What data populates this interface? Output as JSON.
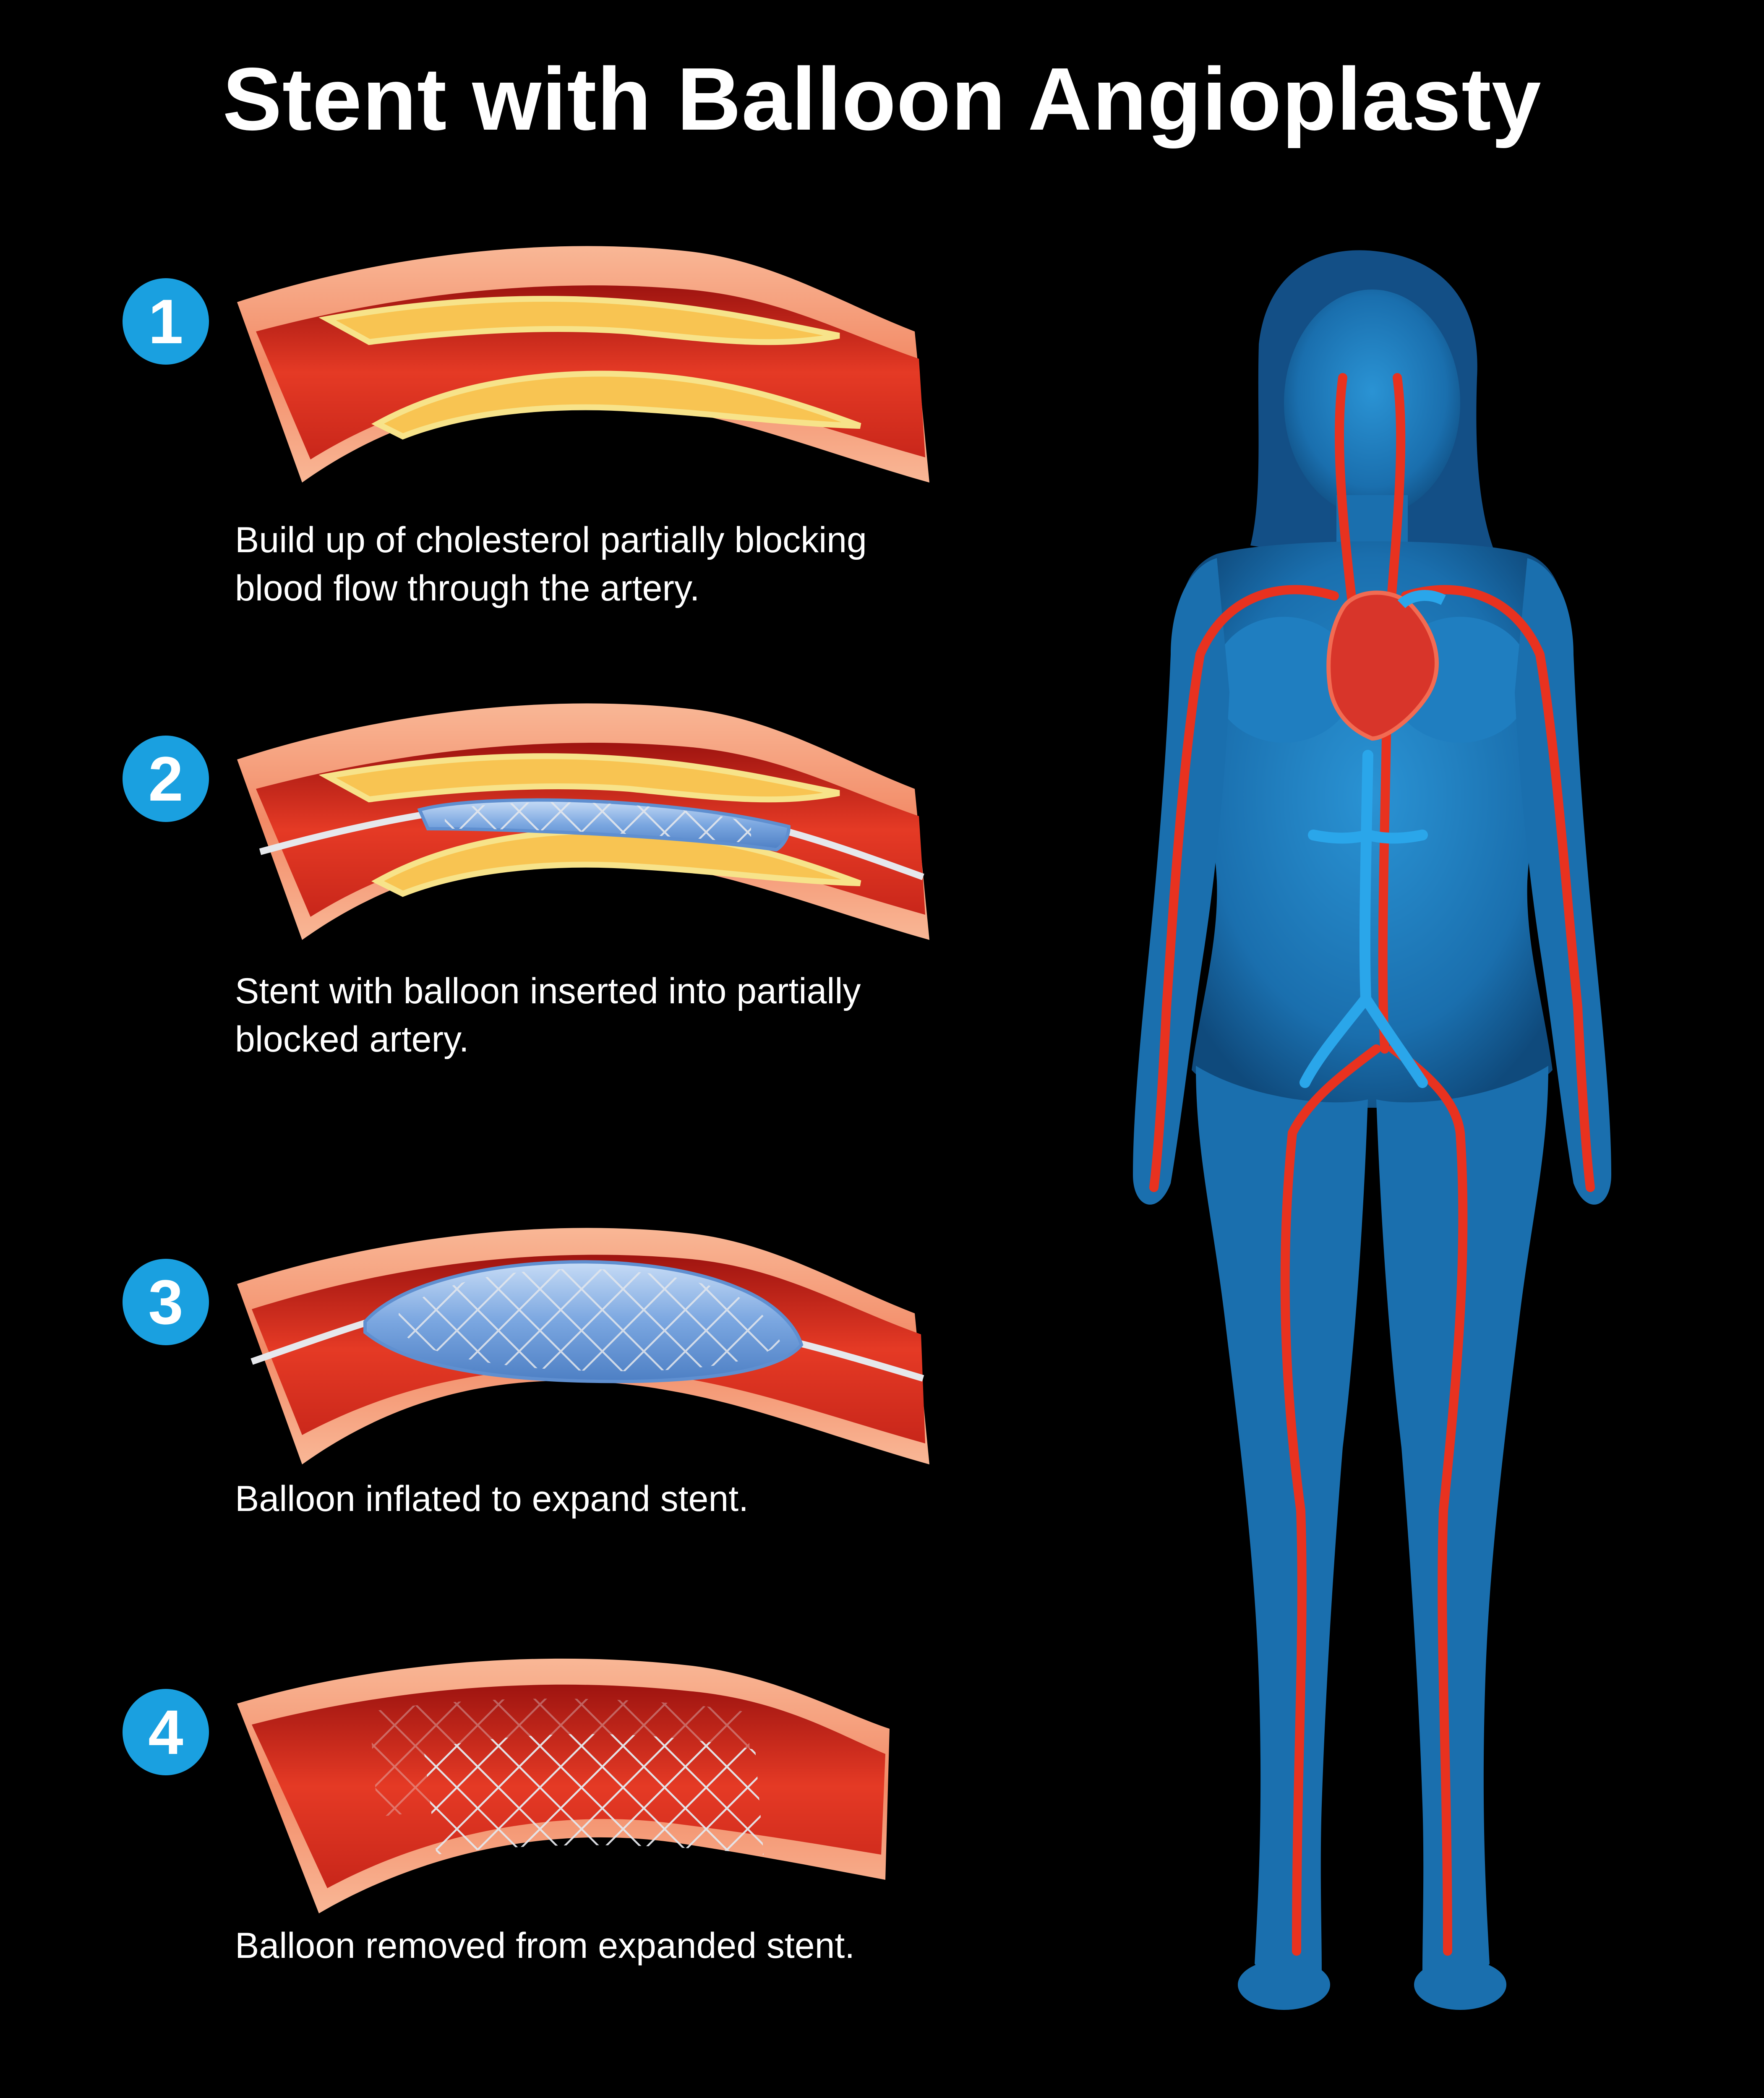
{
  "title": "Stent with Balloon Angioplasty",
  "colors": {
    "background": "#000000",
    "badge": "#1aa0e0",
    "artery_outer": "#f7a47f",
    "artery_lumen": "#e53a25",
    "plaque": "#f8c452",
    "stent_wire": "#d9dde3",
    "balloon": "#8fb6e8",
    "body": "#1d7fbf",
    "vessels": "#e8321f"
  },
  "steps": [
    {
      "number": "1",
      "lines": [
        "Build up of cholesterol partially blocking",
        "blood flow through the artery."
      ]
    },
    {
      "number": "2",
      "lines": [
        "Stent with balloon inserted into partially",
        "blocked artery."
      ]
    },
    {
      "number": "3",
      "lines": [
        "Balloon inflated to expand stent."
      ]
    },
    {
      "number": "4",
      "lines": [
        "Balloon removed from expanded stent."
      ]
    }
  ]
}
